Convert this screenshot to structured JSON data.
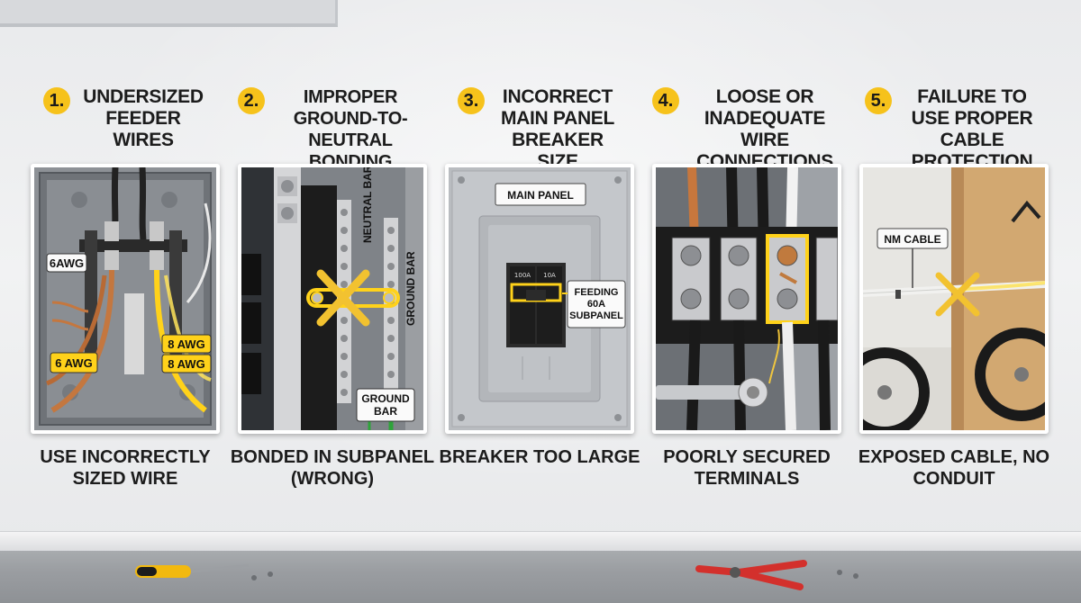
{
  "panels": [
    {
      "number": "1.",
      "title": "UNDERSIZED FEEDER WIRES",
      "caption": "USE INCORRECTLY SIZED WIRE",
      "labels": {
        "a": "6AWG",
        "b": "6 AWG",
        "c": "8 AWG",
        "d": "8 AWG"
      }
    },
    {
      "number": "2.",
      "title": "IMPROPER GROUND-TO-NEUTRAL BONDING",
      "caption": "BONDED IN SUBPANEL (WRONG)",
      "labels": {
        "neutral": "NEUTRAL BAR",
        "ground_vertical": "GROUND BAR",
        "ground_box": "GROUND BAR"
      }
    },
    {
      "number": "3.",
      "title": "INCORRECT MAIN PANEL BREAKER SIZE",
      "caption": "BREAKER TOO LARGE",
      "labels": {
        "main": "MAIN PANEL",
        "breaker_left": "100A",
        "breaker_right": "10A",
        "feeding": "FEEDING 60A SUBPANEL"
      }
    },
    {
      "number": "4.",
      "title": "LOOSE OR INADEQUATE WIRE CONNECTIONS",
      "caption": "POORLY SECURED TERMINALS",
      "labels": {}
    },
    {
      "number": "5.",
      "title": "FAILURE TO USE PROPER CABLE PROTECTION",
      "caption": "EXPOSED CABLE, NO CONDUIT",
      "labels": {
        "cable": "NM CABLE"
      }
    }
  ],
  "colors": {
    "badge": "#f6c21b",
    "highlight": "#ffd21a",
    "warning_x": "#f2c230",
    "text": "#1c1c1c"
  },
  "icons": [
    "number-badge",
    "warning-x-icon",
    "screwdriver-icon",
    "pliers-icon"
  ]
}
